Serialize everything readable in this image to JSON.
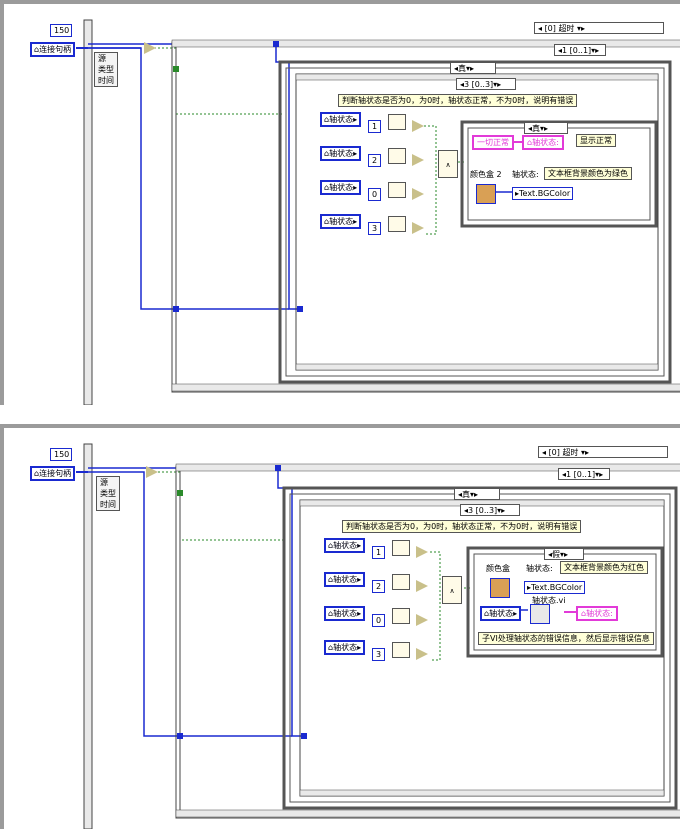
{
  "panel1": {
    "num_const": "150",
    "conn_handle": "连接句柄",
    "unbundle": [
      "源",
      "类型",
      "时间"
    ],
    "select_value": "0",
    "outer_selector": "[0] 超时",
    "seq_selector": "1 [0..1]",
    "case_true": "真",
    "case_index": "3 [0..3]",
    "comment": "判断轴状态是否为0，为0时，轴状态正常，不为0时，说明有错误",
    "axis_label": "轴状态",
    "consts": [
      "1",
      "2",
      "0",
      "3"
    ],
    "and_label": "∧",
    "inner_case": "真",
    "str_const": "一切正常",
    "axis_indicator": "轴状态:",
    "show_normal": "显示正常",
    "color_box_label": "颜色盒 2",
    "axis_prop_label": "轴状态:",
    "prop_name": "Text.BGColor",
    "bg_green": "文本框背景颜色为绿色"
  },
  "panel2": {
    "num_const": "150",
    "conn_handle": "连接句柄",
    "unbundle": [
      "源",
      "类型",
      "时间"
    ],
    "select_value": "0",
    "outer_selector": "[0] 超时",
    "seq_selector": "1 [0..1]",
    "case_true": "真",
    "case_index": "3 [0..3]",
    "comment": "判断轴状态是否为0，为0时，轴状态正常，不为0时，说明有错误",
    "axis_label": "轴状态",
    "consts": [
      "1",
      "2",
      "0",
      "3"
    ],
    "and_label": "∧",
    "inner_case": "假",
    "color_box_label": "颜色盒",
    "axis_prop_label": "轴状态:",
    "prop_name": "Text.BGColor",
    "bg_red": "文本框背景颜色为红色",
    "subvi_name": "轴状态.vi",
    "axis_control": "轴状态",
    "axis_indicator": "轴状态:",
    "subvi_comment": "子VI处理轴状态的错误信息，然后显示错误信息"
  }
}
